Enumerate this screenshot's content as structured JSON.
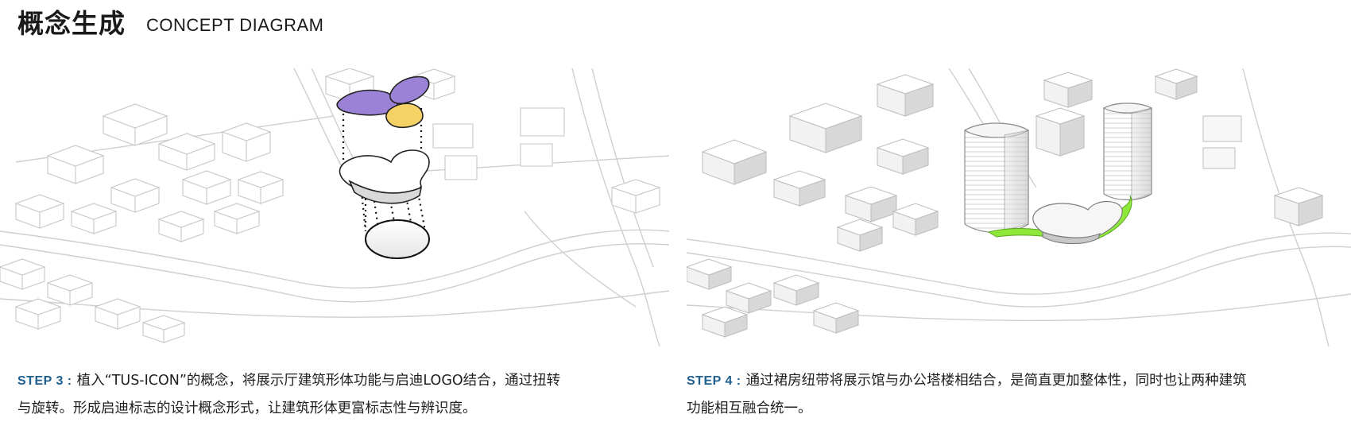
{
  "header": {
    "title_cn": "概念生成",
    "title_en": "CONCEPT DIAGRAM"
  },
  "step3": {
    "label": "STEP 3 :",
    "line1": "植入“TUS-ICON”的概念，将展示厅建筑形体功能与启迪LOGO结合，通过扭转",
    "line2": "与旋转。形成启迪标志的设计概念形式，让建筑形体更富标志性与辨识度。"
  },
  "step4": {
    "label": "STEP 4 :",
    "line1": "通过裙房纽带将展示馆与办公塔楼相结合，是简直更加整体性，同时也让两种建筑",
    "line2": "功能相互融合统一。"
  },
  "colors": {
    "step_label": "#1f5f8f",
    "petal_purple": "#9b82d6",
    "petal_yellow": "#f5d166",
    "ribbon_green": "#8ee83a",
    "context_line": "#c9c9c9"
  }
}
